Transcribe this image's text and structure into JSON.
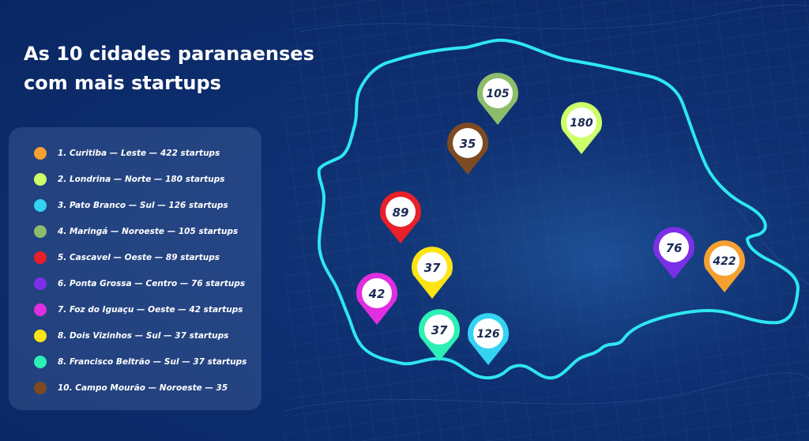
{
  "title_lines": [
    "As 10 cidades paranaenses",
    "com mais startups"
  ],
  "legend": [
    {
      "label": "1. Curitiba — Leste — 422 startups",
      "color": "#f5a02f"
    },
    {
      "label": "2. Londrina — Norte — 180 startups",
      "color": "#ccff6a"
    },
    {
      "label": "3. Pato Branco — Sul — 126 startups",
      "color": "#34d3f2"
    },
    {
      "label": "4. Maringá — Noroeste — 105 startups",
      "color": "#8dbd6a"
    },
    {
      "label": "5. Cascavel — Oeste — 89 startups",
      "color": "#e8202a"
    },
    {
      "label": "6. Ponta Grossa — Centro — 76 startups",
      "color": "#7b2fe6"
    },
    {
      "label": "7. Foz do Iguaçu — Oeste — 42 startups",
      "color": "#e02ee0"
    },
    {
      "label": "8. Dois Vizinhos — Sul — 37 startups",
      "color": "#ffe413"
    },
    {
      "label": "8. Francisco Beltrão — Sul — 37 startups",
      "color": "#2cf0b4"
    },
    {
      "label": "10. Campo Mourão — Noroeste — 35",
      "color": "#7d4a22"
    }
  ],
  "pins": [
    {
      "name": "pin-curitiba",
      "value": "422",
      "color": "#f5a02f"
    },
    {
      "name": "pin-londrina",
      "value": "180",
      "color": "#ccff6a"
    },
    {
      "name": "pin-pato-branco",
      "value": "126",
      "color": "#34d3f2"
    },
    {
      "name": "pin-maringa",
      "value": "105",
      "color": "#8dbd6a"
    },
    {
      "name": "pin-cascavel",
      "value": "89",
      "color": "#e8202a"
    },
    {
      "name": "pin-ponta-grossa",
      "value": "76",
      "color": "#7b2fe6"
    },
    {
      "name": "pin-foz-do-iguacu",
      "value": "42",
      "color": "#e02ee0"
    },
    {
      "name": "pin-dois-vizinhos",
      "value": "37",
      "color": "#ffe413"
    },
    {
      "name": "pin-francisco-beltrao",
      "value": "37",
      "color": "#2cf0b4"
    },
    {
      "name": "pin-campo-mourao",
      "value": "35",
      "color": "#7d4a22"
    }
  ],
  "outline_color": "#2ee6f0"
}
